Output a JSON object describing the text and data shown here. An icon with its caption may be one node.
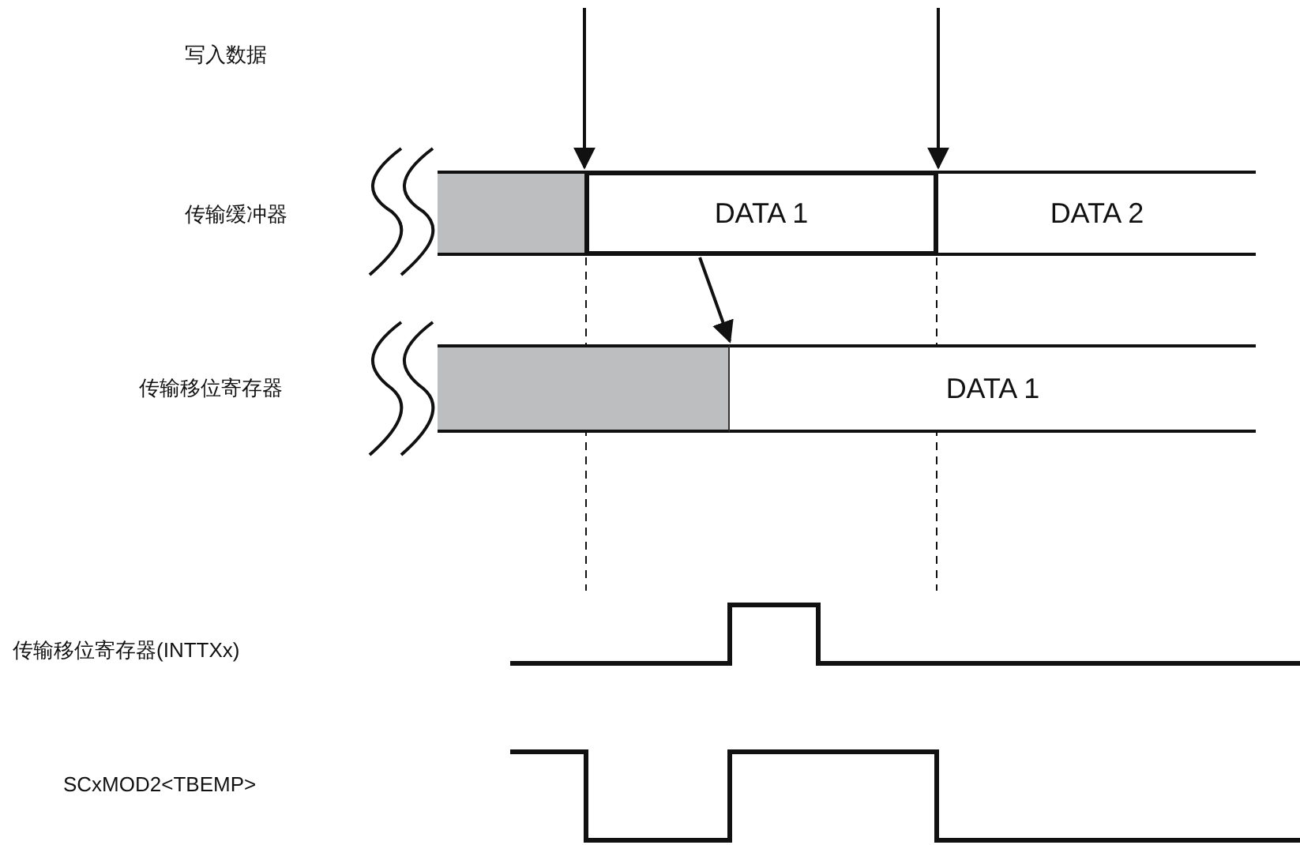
{
  "diagram": {
    "nodes": [
      {
        "text": [],
        "shape": "box"
      },
      {
        "text": [
          "DATA 1"
        ]
      },
      {
        "text": [
          "DATA 2"
        ]
      },
      {
        "text": [],
        "shape": "box"
      },
      {
        "text": [
          "DATA 1"
        ]
      }
    ],
    "edges": [
      {
        "from": null,
        "to": 1,
        "arrow": "to"
      },
      {
        "from": null,
        "to": 2,
        "arrow": "to"
      },
      {
        "from": 1,
        "to": 4,
        "arrow": "to"
      }
    ],
    "labels": [
      "写入数据",
      "传输缓冲器",
      "传输移位寄存器",
      "传输移位寄存器(INTTXx)",
      "SCxMOD2<TBEMP>"
    ]
  }
}
